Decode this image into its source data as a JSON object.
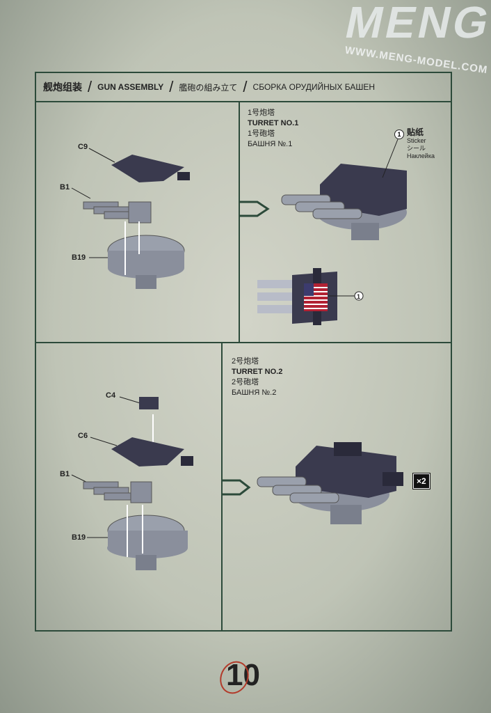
{
  "brand": {
    "logo": "MENG",
    "url": "WWW.MENG-MODEL.COM"
  },
  "header": {
    "title_cn": "舰炮组装",
    "title_en": "GUN ASSEMBLY",
    "title_jp": "艦砲の組み立て",
    "title_ru": "СБОРКА ОРУДИЙНЫХ БАШЕН"
  },
  "step1": {
    "parts": [
      "C9",
      "B1",
      "B19"
    ]
  },
  "turret1": {
    "cn": "1号炮塔",
    "en": "TURRET NO.1",
    "jp": "1号砲塔",
    "ru": "БАШНЯ №.1",
    "sticker_num": "1",
    "sticker_cn": "贴纸",
    "sticker_en": "Sticker",
    "sticker_jp": "シール",
    "sticker_ru": "Наклейка"
  },
  "step2": {
    "parts": [
      "C4",
      "C6",
      "B1",
      "B19"
    ]
  },
  "turret2": {
    "cn": "2号炮塔",
    "en": "TURRET NO.2",
    "jp": "2号砲塔",
    "ru": "БАШНЯ №.2",
    "quantity": "×2"
  },
  "page_number": "10",
  "colors": {
    "frame": "#2c4a3a",
    "part_dark": "#3a3a4e",
    "part_light": "#8a8f9c"
  }
}
